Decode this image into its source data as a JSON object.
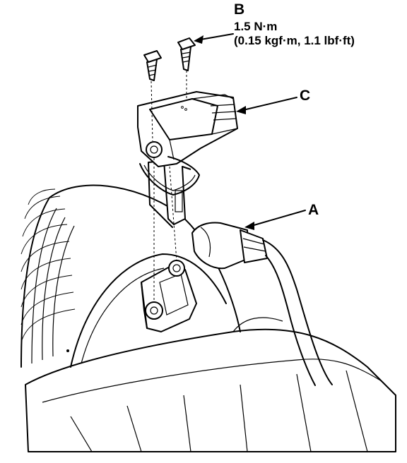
{
  "callouts": {
    "a": "A",
    "b": "B",
    "c": "C"
  },
  "torque_spec": {
    "line1": "1.5 N·m",
    "line2": "(0.15 kgf·m, 1.1 lbf·ft)"
  },
  "parts": {
    "a": "connector-harness",
    "b": "mounting-bolt",
    "c": "mass-airflow-sensor"
  }
}
